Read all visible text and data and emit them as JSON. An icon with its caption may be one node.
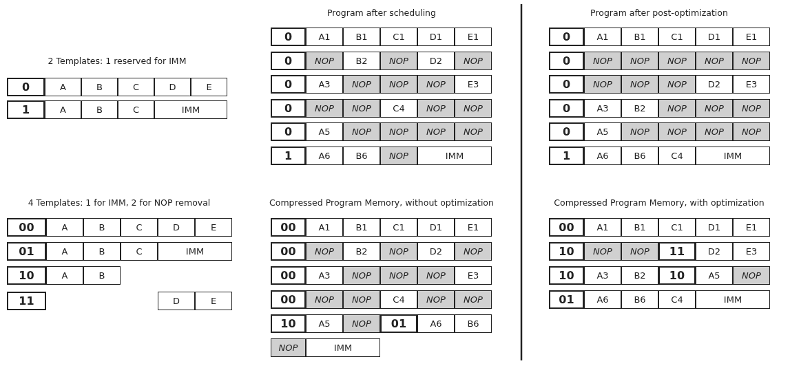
{
  "diagram": {
    "labels": [
      "2 Templates: 1 reserved for IMM",
      "0",
      "A",
      "B",
      "C",
      "D",
      "E",
      "1",
      "A",
      "B",
      "C",
      "IMM",
      "Program after scheduling",
      "0",
      "A1",
      "B1",
      "C1",
      "D1",
      "E1",
      "0",
      "NOP",
      "B2",
      "NOP",
      "D2",
      "NOP",
      "0",
      "A3",
      "NOP",
      "NOP",
      "NOP",
      "E3",
      "0",
      "NOP",
      "NOP",
      "C4",
      "NOP",
      "NOP",
      "0",
      "A5",
      "NOP",
      "NOP",
      "NOP",
      "NOP",
      "1",
      "A6",
      "B6",
      "NOP",
      "IMM",
      "Program after post-optimization",
      "0",
      "A1",
      "B1",
      "C1",
      "D1",
      "E1",
      "0",
      "NOP",
      "NOP",
      "NOP",
      "NOP",
      "NOP",
      "0",
      "NOP",
      "NOP",
      "NOP",
      "D2",
      "E3",
      "0",
      "A3",
      "B2",
      "NOP",
      "NOP",
      "NOP",
      "0",
      "A5",
      "NOP",
      "NOP",
      "NOP",
      "NOP",
      "1",
      "A6",
      "B6",
      "C4",
      "IMM",
      "4 Templates: 1 for IMM, 2 for NOP removal",
      "00",
      "A",
      "B",
      "C",
      "D",
      "E",
      "01",
      "A",
      "B",
      "C",
      "IMM",
      "10",
      "A",
      "B",
      "11",
      "D",
      "E",
      "Compressed Program Memory, without optimization",
      "00",
      "A1",
      "B1",
      "C1",
      "D1",
      "E1",
      "00",
      "NOP",
      "B2",
      "NOP",
      "D2",
      "NOP",
      "00",
      "A3",
      "NOP",
      "NOP",
      "NOP",
      "E3",
      "00",
      "NOP",
      "NOP",
      "C4",
      "NOP",
      "NOP",
      "10",
      "A5",
      "NOP",
      "01",
      "A6",
      "B6",
      "NOP",
      "IMM",
      "Compressed Program Memory, with optimization",
      "00",
      "A1",
      "B1",
      "C1",
      "D1",
      "E1",
      "10",
      "NOP",
      "NOP",
      "11",
      "D2",
      "E3",
      "10",
      "A3",
      "B2",
      "10",
      "A5",
      "NOP",
      "01",
      "A6",
      "B6",
      "C4",
      "IMM"
    ]
  }
}
